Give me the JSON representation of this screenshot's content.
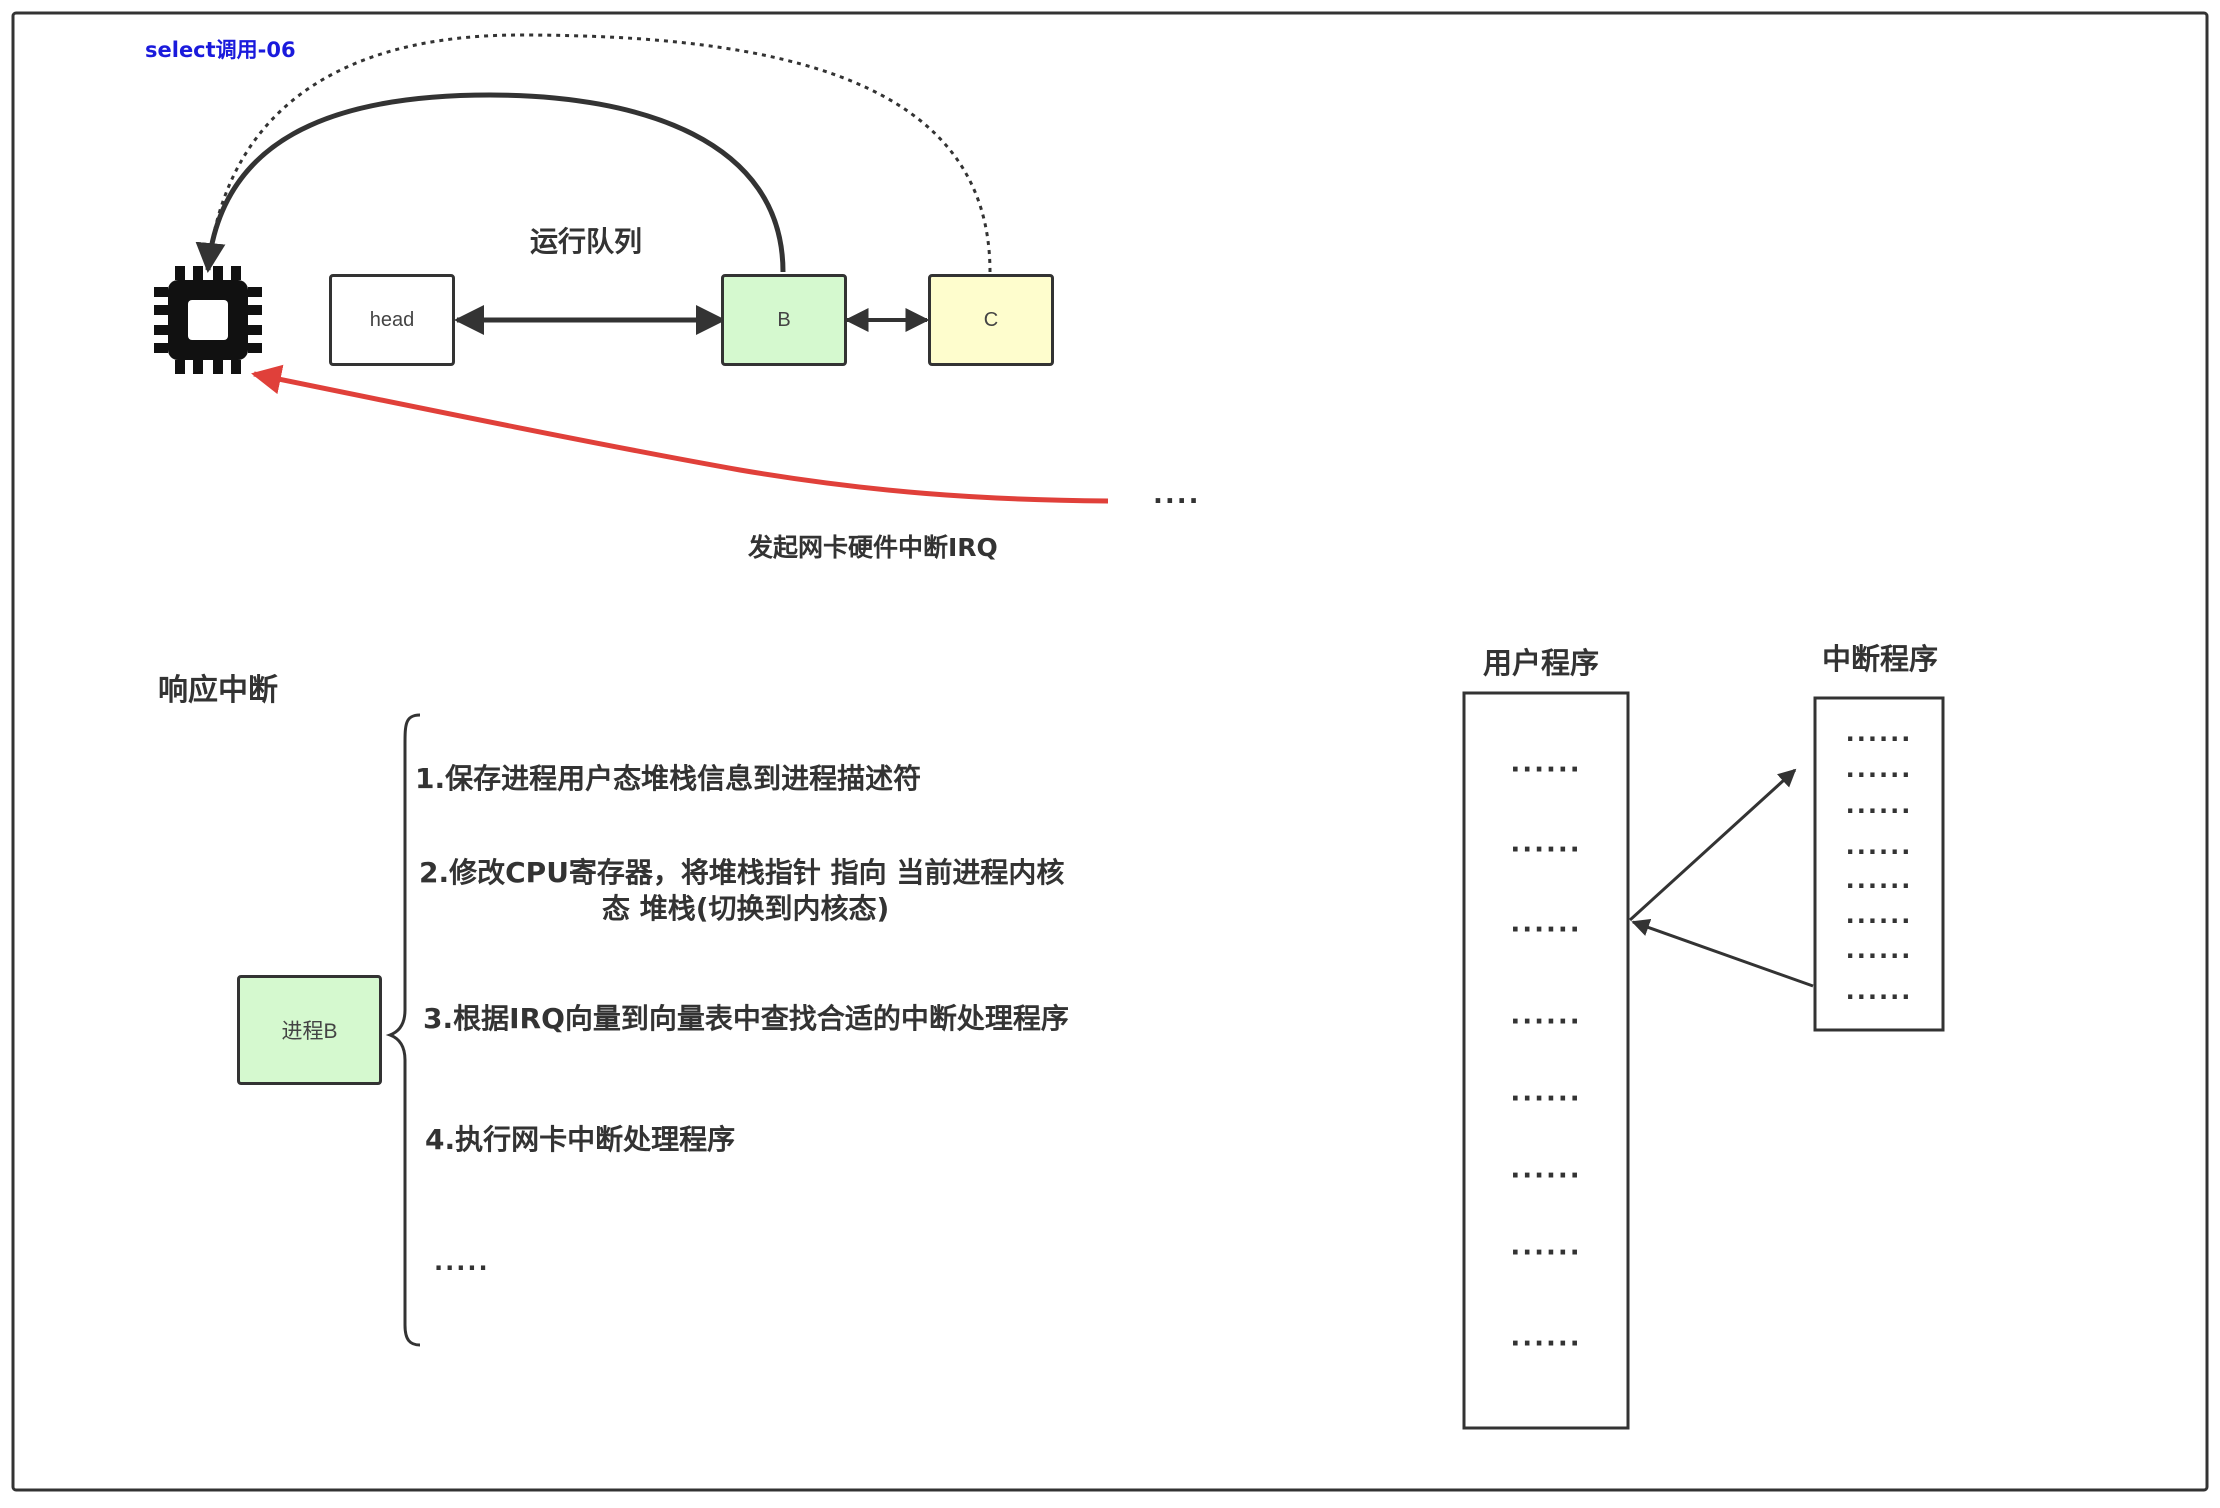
{
  "title": "select调用-06",
  "run_queue": {
    "label": "运行队列",
    "nodes": [
      "head",
      "B",
      "C"
    ],
    "tail_dots": "...."
  },
  "irq_label": "发起网卡硬件中断IRQ",
  "respond_section": {
    "title": "响应中断",
    "process_label": "进程B",
    "steps": [
      "1.保存进程用户态堆栈信息到进程描述符",
      "2.修改CPU寄存器，将堆栈指针 指向 当前进程内核",
      "态 堆栈(切换到内核态)",
      "3.根据IRQ向量到向量表中查找合适的中断处理程序",
      "4.执行网卡中断处理程序",
      "....."
    ]
  },
  "user_program": {
    "title": "用户程序",
    "rows": [
      "······",
      "······",
      "······",
      "······",
      "······",
      "······",
      "······",
      "······"
    ]
  },
  "interrupt_program": {
    "title": "中断程序",
    "rows": [
      "······",
      "······",
      "······",
      "······",
      "······",
      "······",
      "······",
      "······"
    ]
  },
  "colors": {
    "title_blue": "#1a1adc",
    "node_green": "#d5f9cf",
    "node_yellow": "#fefdcd",
    "irq_red": "#e0403a",
    "stroke": "#333333"
  }
}
